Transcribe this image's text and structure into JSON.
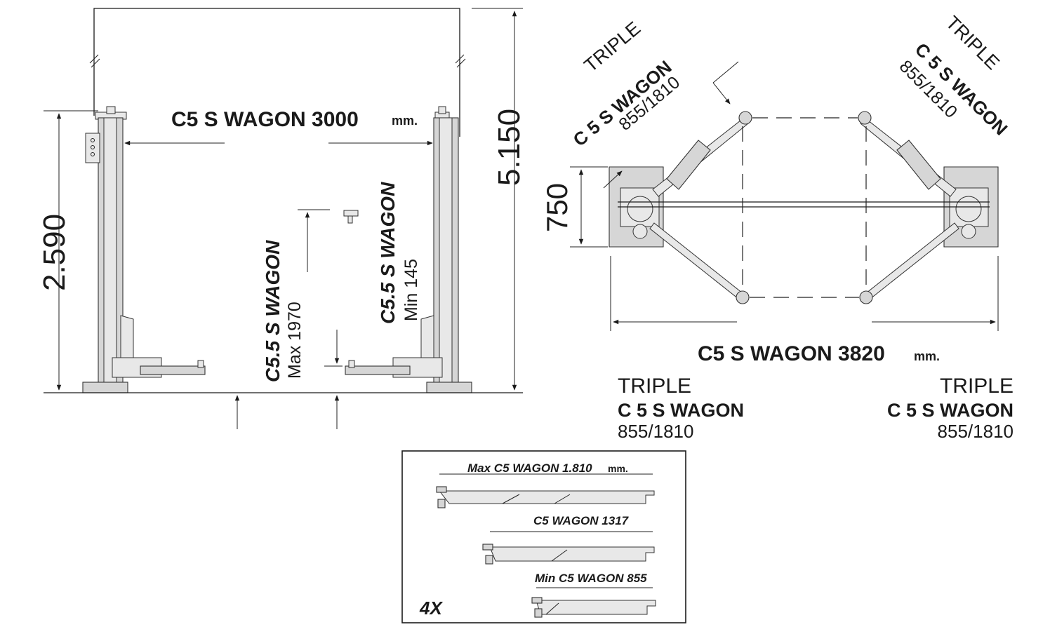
{
  "front_view": {
    "width_label": "C5 S WAGON 3000",
    "width_unit": "mm.",
    "column_height": "2.590",
    "total_height": "5.150",
    "max_label_model": "C5.5 S WAGON",
    "max_label_value": "Max 1970",
    "min_label_model": "C5.5 S WAGON",
    "min_label_value": "Min 145"
  },
  "top_view": {
    "length_label": "C5 S WAGON 3820",
    "length_unit": "mm.",
    "base_depth": "750",
    "arm_left": {
      "type": "TRIPLE",
      "model": "C 5 S WAGON",
      "range": "855/1810"
    },
    "arm_right": {
      "type": "TRIPLE",
      "model": "C 5 S WAGON",
      "range": "855/1810"
    },
    "bottom_left": {
      "type": "TRIPLE",
      "model": "C 5 S WAGON",
      "range": "855/1810"
    },
    "bottom_right": {
      "type": "TRIPLE",
      "model": "C 5 S WAGON",
      "range": "855/1810"
    }
  },
  "inset": {
    "max_label": "Max C5 WAGON 1.810",
    "max_unit": "mm.",
    "mid_label": "C5 WAGON 1317",
    "min_label": "Min C5 WAGON 855",
    "quantity": "4X"
  }
}
